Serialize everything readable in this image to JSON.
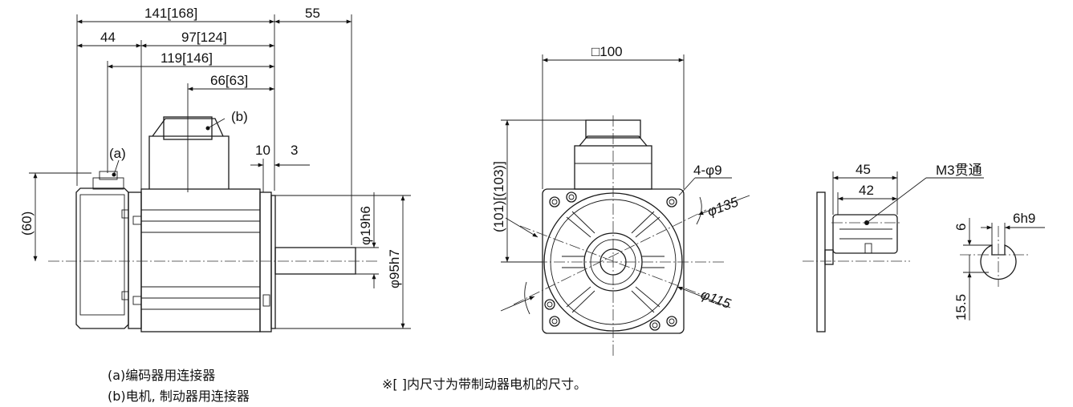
{
  "side_view": {
    "dim_overall": "141[168]",
    "dim_shaft": "55",
    "dim_encoder_cap": "44",
    "dim_body": "97[124]",
    "dim_connector_a": "119[146]",
    "dim_connector_b": "66[63]",
    "dim_flange": "10",
    "dim_spigot": "3",
    "dim_height": "(60)",
    "dim_shaft_dia": "φ19h6",
    "dim_spigot_dia": "φ95h7",
    "label_a": "(a)",
    "label_b": "(b)"
  },
  "front_view": {
    "dim_square": "□100",
    "dim_height": "(101)[(103)]",
    "dim_holes": "4-φ9",
    "dim_pcd": "φ135",
    "dim_bolt_circle": "φ115"
  },
  "shaft_view": {
    "dim_45": "45",
    "dim_42": "42",
    "label_thread": "M3贯通",
    "dim_key_width": "6h9",
    "dim_key_depth": "6",
    "dim_key_height": "15.5"
  },
  "legend": {
    "item_a": "(a)编码器用连接器",
    "item_b": "(b)电机, 制动器用连接器"
  },
  "footnote": "※[ ]内尺寸为带制动器电机的尺寸。"
}
